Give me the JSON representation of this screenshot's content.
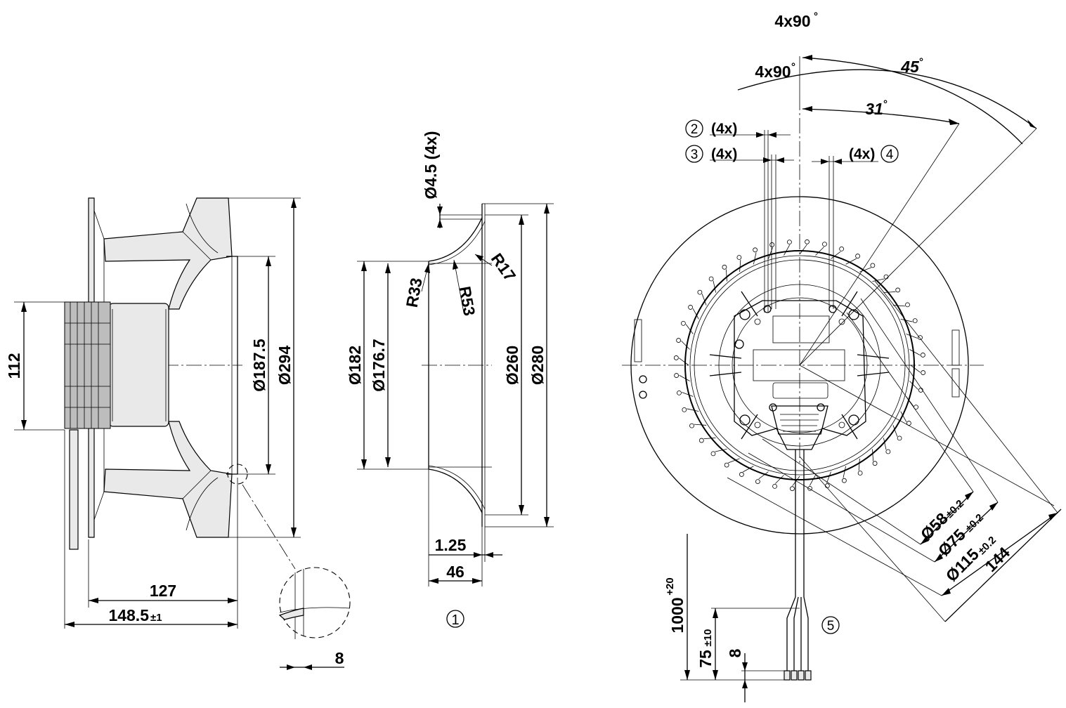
{
  "dimensions": {
    "side_view": {
      "height_112": "112",
      "dia_187_5": "Ø187.5",
      "dia_294": "Ø294",
      "length_127": "127",
      "length_148_5": "148.5",
      "length_148_5_tol": "±1",
      "detail_8": "8"
    },
    "nozzle_view": {
      "hole_dia": "Ø4.5 (4x)",
      "r33": "R33",
      "r53": "R53",
      "r17": "R17",
      "dia_182": "Ø182",
      "dia_176_7": "Ø176.7",
      "dia_260": "Ø260",
      "dia_280": "Ø280",
      "thickness_1_25": "1.25",
      "depth_46": "46",
      "callout_1": "1"
    },
    "front_view": {
      "angle_outer": "4x90",
      "angle_inner": "4x90",
      "angle_45": "45",
      "angle_31": "31",
      "deg_symbol": "°",
      "callout_2": "2",
      "callout_3": "3",
      "callout_4": "4",
      "count_4x": "(4x)",
      "dia_58": "Ø58",
      "dia_58_tol": "±0.2",
      "dia_75": "Ø75",
      "dia_75_tol": "±0.2",
      "dia_115": "Ø115",
      "dia_115_tol": "±0.2",
      "dim_144": "144",
      "cable_1000": "1000",
      "cable_1000_tol": "+20",
      "cable_75": "75",
      "cable_75_tol": "±10",
      "cable_8": "8",
      "callout_5": "5"
    }
  }
}
